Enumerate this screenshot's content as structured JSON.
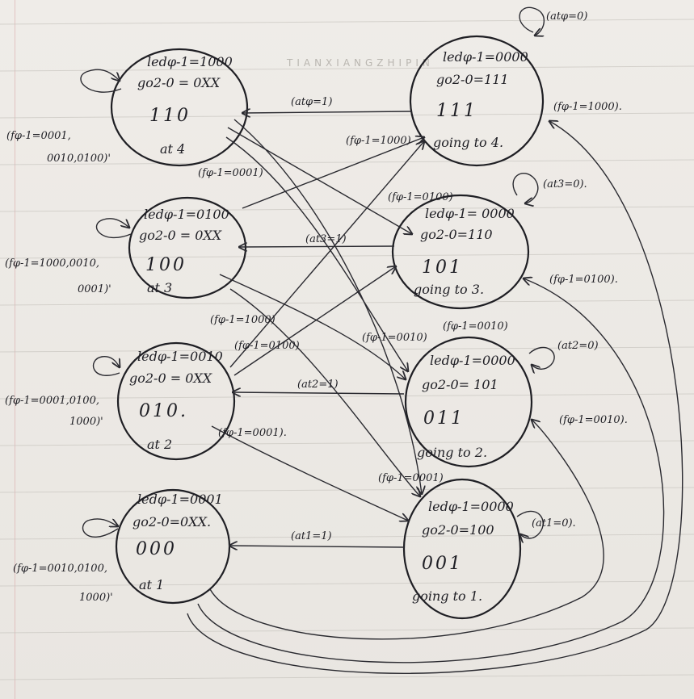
{
  "watermark": "TIANXIANGZHIPIN",
  "states": {
    "s4": {
      "line1": "ledφ-1=1000",
      "line2": "go2-0 = 0XX",
      "code": "110",
      "name": "at 4"
    },
    "s3": {
      "line1": "ledφ-1=0100",
      "line2": "go2-0 = 0XX",
      "code": "100",
      "name": "at 3"
    },
    "s2": {
      "line1": "ledφ-1=0010",
      "line2": "go2-0 = 0XX",
      "code": "010.",
      "name": "at 2"
    },
    "s1": {
      "line1": "ledφ-1=0001",
      "line2": "go2-0=0XX.",
      "code": "000",
      "name": "at 1"
    },
    "g4": {
      "line1": "ledφ-1=0000",
      "line2": "go2-0=111",
      "code": "111",
      "name": "going to 4."
    },
    "g3": {
      "line1": "ledφ-1= 0000",
      "line2": "go2-0=110",
      "code": "101",
      "name": "going to 3."
    },
    "g2": {
      "line1": "ledφ-1=0000",
      "line2": "go2-0= 101",
      "code": "011",
      "name": "going to 2."
    },
    "g1": {
      "line1": "ledφ-1=0000",
      "line2": "go2-0=100",
      "code": "001",
      "name": "going to 1."
    }
  },
  "labels": {
    "self_g4": "(atφ=0)",
    "self_g3": "(at3=0).",
    "self_g2": "(at2=0)",
    "self_g1": "(at1=0).",
    "self_s4_a": "(fφ-1=0001,",
    "self_s4_b": "0010,0100)'",
    "self_s3_a": "(fφ-1=1000,0010,",
    "self_s3_b": "0001)'",
    "self_s2_a": "(fφ-1=0001,0100,",
    "self_s2_b": "1000)'",
    "self_s1_a": "(fφ-1=0010,0100,",
    "self_s1_b": "1000)'",
    "g4_s4": "(atφ=1)",
    "g3_s3": "(at3=1)",
    "g2_s2": "(at2=1)",
    "g1_s1": "(at1=1)",
    "to_g4_right": "(fφ-1=1000).",
    "to_g3_right": "(fφ-1=0100).",
    "to_g2_right": "(fφ-1=0010).",
    "s3_to_g4": "(fφ-1=1000)",
    "s4_to_g1": "(fφ-1=0001)",
    "s4_to_g3": "(fφ-1=0100)",
    "s2_to_g4": "(fφ-1=1000)",
    "s2_to_g3": "(fφ-1=0100)",
    "s2_to_g1": "(fφ-1=0001).",
    "s3_to_g2": "(fφ-1=0010)",
    "s4_to_g2": "(fφ-1=0010)",
    "s3_to_g1": "(fφ-1=0001)"
  }
}
